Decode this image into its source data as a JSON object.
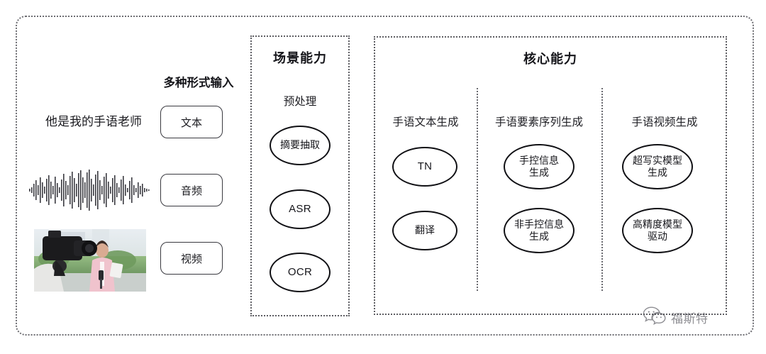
{
  "diagram": {
    "outer_container": "pipeline-frame",
    "input_section": {
      "heading": "多种形式输入",
      "sample_text": "他是我的手语老师",
      "modalities": [
        {
          "label": "文本",
          "media": "text-sample"
        },
        {
          "label": "音频",
          "media": "audio-waveform"
        },
        {
          "label": "视频",
          "media": "video-thumbnail"
        }
      ]
    },
    "scene_section": {
      "title": "场景能力",
      "columns": [
        {
          "header": "预处理",
          "nodes": [
            {
              "label": "摘要抽取",
              "script": "cjk"
            },
            {
              "label": "ASR",
              "script": "latin"
            },
            {
              "label": "OCR",
              "script": "latin"
            }
          ]
        }
      ]
    },
    "core_section": {
      "title": "核心能力",
      "columns": [
        {
          "header": "手语文本生成",
          "nodes": [
            {
              "label": "TN",
              "script": "latin"
            },
            {
              "label": "翻译",
              "script": "cjk"
            }
          ]
        },
        {
          "header": "手语要素序列生成",
          "nodes": [
            {
              "label": "手控信息\n生成",
              "script": "cjk"
            },
            {
              "label": "非手控信息\n生成",
              "script": "cjk"
            }
          ]
        },
        {
          "header": "手语视频生成",
          "nodes": [
            {
              "label": "超写实模型\n生成",
              "script": "cjk"
            },
            {
              "label": "高精度模型\n驱动",
              "script": "cjk"
            }
          ]
        }
      ]
    },
    "watermark": {
      "icon": "wechat-chat-bubble-icon",
      "text": "福斯特"
    },
    "colors": {
      "background": "#ffffff",
      "stroke": "#101014",
      "dotted_border": "#6a6a70",
      "text": "#15151a",
      "watermark_text": "#4a4a52"
    }
  }
}
